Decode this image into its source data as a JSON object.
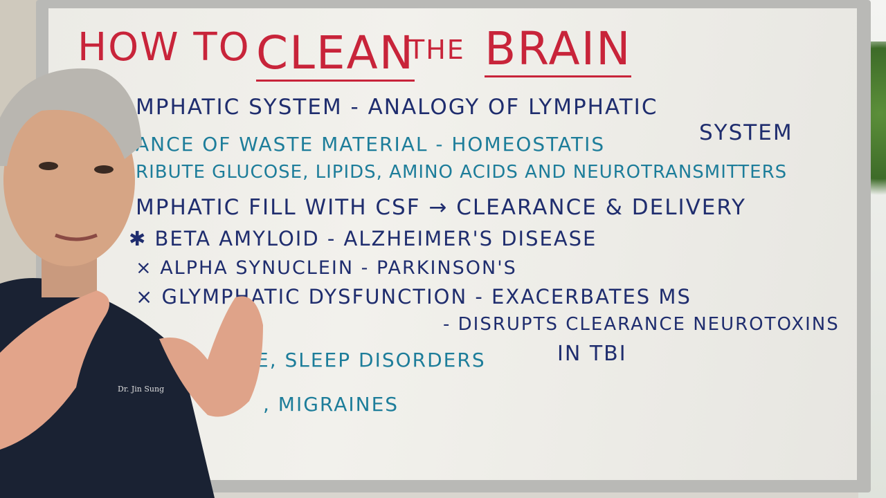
{
  "whiteboard": {
    "title": {
      "part1": "HOW TO",
      "part2": "CLEAN",
      "part3": "THE",
      "part4": "BRAIN"
    },
    "lines": [
      "MPHATIC SYSTEM - ANALOGY OF LYMPHATIC",
      "SYSTEM",
      "ANCE OF WASTE MATERIAL - HOMEOSTATIS",
      "RIBUTE GLUCOSE, LIPIDS, AMINO ACIDS AND NEUROTRANSMITTERS",
      "MPHATIC FILL WITH CSF → CLEARANCE & DELIVERY",
      "✱ BETA AMYLOID - ALZHEIMER'S DISEASE",
      "× ALPHA SYNUCLEIN - PARKINSON'S",
      "× GLYMPHATIC DYSFUNCTION - EXACERBATES MS",
      "- DISRUPTS CLEARANCE NEUROTOXINS",
      "IN TBI",
      "E, SLEEP DISORDERS",
      ", MIGRAINES"
    ]
  },
  "presenter": {
    "name_embroidery": "Dr. Jin Sung"
  },
  "colors": {
    "red": "#c8243a",
    "navy": "#1f2d6e",
    "teal": "#1d7d9a",
    "scrubs": "#1a2233"
  }
}
